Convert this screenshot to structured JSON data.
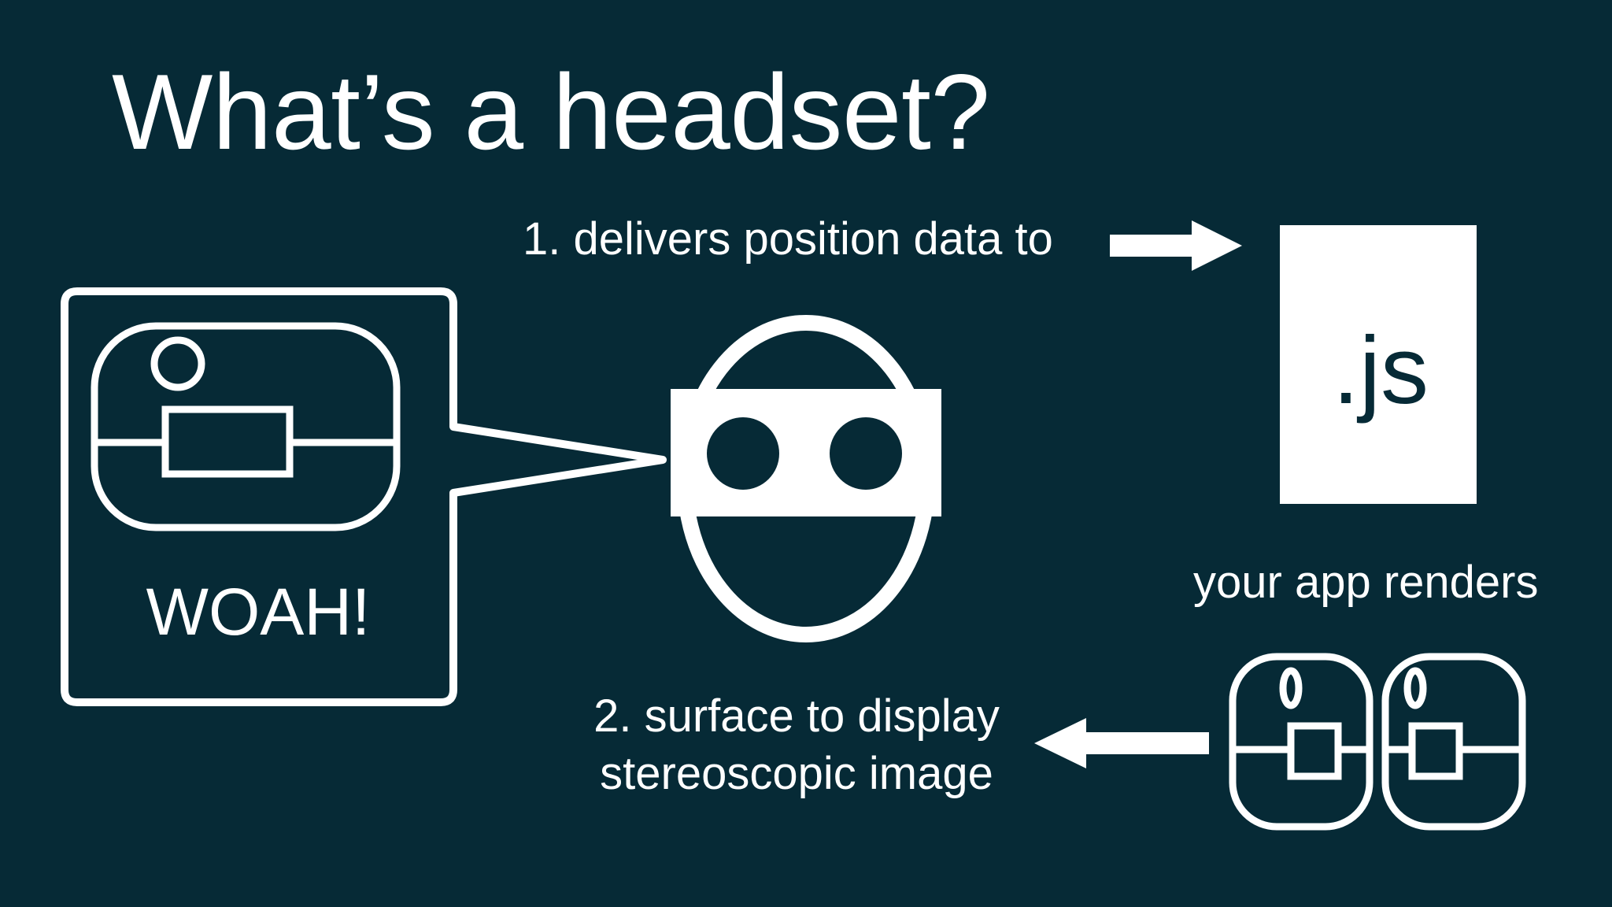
{
  "slide": {
    "title": "What’s a headset?"
  },
  "labels": {
    "step1": "1. delivers position data to",
    "app_renders": "your app renders",
    "step2_line1": "2. surface to display",
    "step2_line2": "stereoscopic image"
  },
  "speech_bubble": {
    "text": "WOAH!"
  },
  "js_file": {
    "text": ".js"
  },
  "colors": {
    "background": "#062a36",
    "foreground": "#ffffff"
  },
  "icons": [
    "headset-face-icon",
    "js-file-icon",
    "arrow-right-icon",
    "arrow-left-icon",
    "stereo-view-icon",
    "speech-bubble-icon"
  ]
}
